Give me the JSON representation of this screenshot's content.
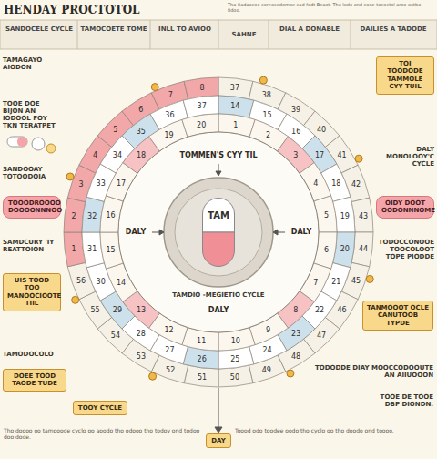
{
  "diagram": {
    "title": "HENDAY PROCTOTOL",
    "nodes": [
      {
        "text": [
          "TAM"
        ]
      },
      {
        "text": [
          "TOI TOODODE TAMMOLE CYY TUIL"
        ]
      },
      {
        "text": [
          "TOOODROOOO DOOOONNNOO"
        ]
      },
      {
        "text": [
          "OIDY DOOT OODONNNOME"
        ]
      },
      {
        "text": [
          "UIS TOOD TOO MANOOCIOOTE TIIL"
        ]
      },
      {
        "text": [
          "TANMOOOT OCLE CANUTOOB TYPDE"
        ]
      },
      {
        "text": [
          "DOEE TOOD TAODE TUDE"
        ]
      },
      {
        "text": [
          "TOOY CYCLE"
        ]
      },
      {
        "text": [
          "DAY"
        ]
      }
    ],
    "labels": [
      "Tha tiadaocoe coreocedomoe cad fodt Beaot. Tho lodo ond cone toeoctol aroo ootbo fidoo.",
      "SANDOCELE CYCLE",
      "TAMOCOETE TOME",
      "INLL TO AVIOO",
      "SAHNE",
      "DIAL A DONABLE",
      "DAILIES A TADODE",
      "TAMAGAYO AIODON",
      "TOOE DOE BIJON AN IODOOL FOY TKN TERATPET",
      "SANDOOAY TOTOODOIA",
      "SAMDCURY 'IY REATTOION",
      "TAMODOCOLO",
      "DALY MONOLOOY'C CYCLE",
      "TODOCCONOOE TOOCOLOOT TOPE PIODDE",
      "TODODDE DIAY MOOCCODOOUTE AN AIIUOOON",
      "TOOE DE TOOE DBP DIONDN.",
      "TOMMEN'S CYY TIL",
      "DALY",
      "DALY",
      "TAMDIO -MEGIETIO CYCLE",
      "DALY",
      "Tho doooo oo tamooode cyclo oo aoodo tho odooo tho todoy ond todoo doo dode.",
      "Toood odo toodee oodo tho cyclo oo tho doodo ond toooo.",
      "37",
      "38",
      "39",
      "40",
      "41",
      "42",
      "43",
      "44",
      "45",
      "46",
      "47",
      "48",
      "49",
      "50",
      "51",
      "52",
      "53",
      "54",
      "55",
      "56",
      "1",
      "2",
      "3",
      "4",
      "5",
      "6",
      "7",
      "8",
      "14",
      "15",
      "16",
      "17",
      "18",
      "19",
      "20",
      "21",
      "22",
      "23",
      "24",
      "25",
      "26",
      "27",
      "28",
      "29",
      "30",
      "31",
      "32",
      "33",
      "34",
      "35",
      "36",
      "37",
      "1",
      "2",
      "3",
      "4",
      "5",
      "6",
      "7",
      "8",
      "9",
      "10",
      "11",
      "12",
      "13",
      "14",
      "15",
      "16",
      "17",
      "18",
      "19",
      "20"
    ]
  }
}
